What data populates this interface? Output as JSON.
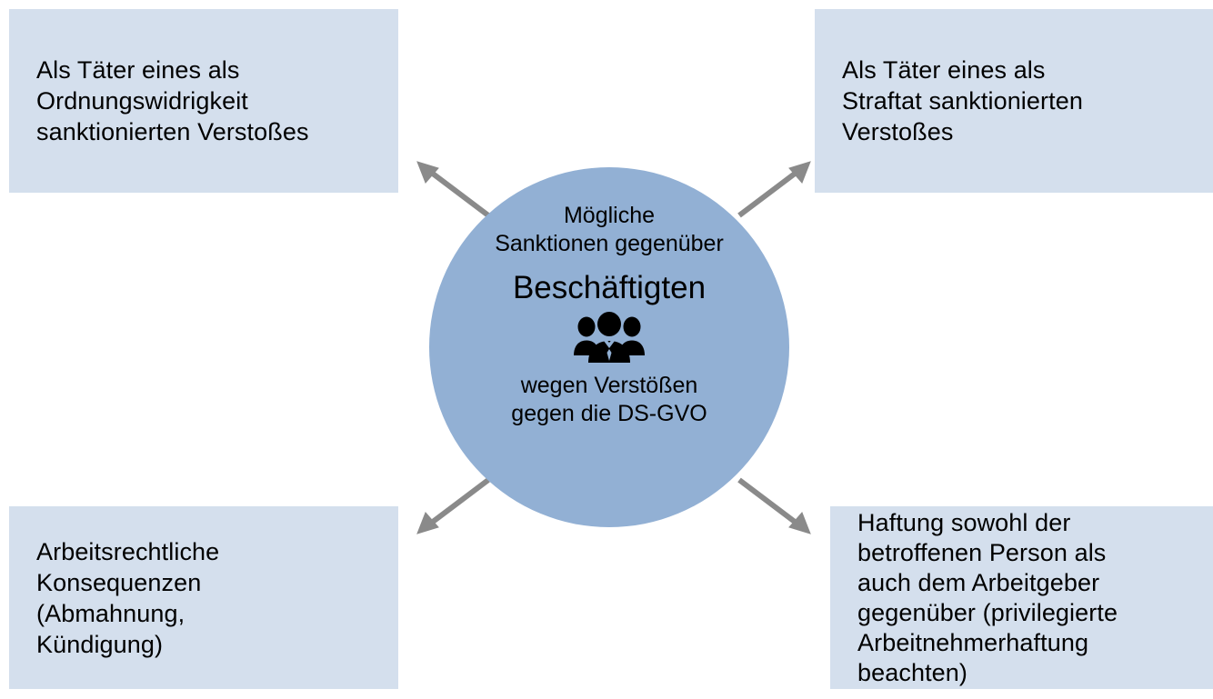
{
  "colors": {
    "box_fill": "#d4dfed",
    "circle_fill": "#92b0d4",
    "arrow": "#8a8a8a",
    "text": "#000000",
    "background": "#ffffff"
  },
  "center": {
    "heading_small_top": "Mögliche\nSanktionen gegenüber",
    "heading_large": "Beschäftigten",
    "icon": "users-group-icon",
    "heading_small_bottom": "wegen Verstößen\ngegen die DS-GVO"
  },
  "boxes": [
    {
      "position": "top-left",
      "text": "Als Täter eines als\nOrdnungswidrigkeit\nsanktionierten Verstoßes"
    },
    {
      "position": "top-right",
      "text": "Als Täter eines als\nStraftat sanktionierten\nVerstoßes"
    },
    {
      "position": "bottom-left",
      "text": "Arbeitsrechtliche\nKonsequenzen\n(Abmahnung,\nKündigung)"
    },
    {
      "position": "bottom-right",
      "text": "Haftung sowohl der\nbetroffenen Person als\nauch dem Arbeitgeber\ngegenüber (privilegierte\nArbeitnehmerhaftung\nbeachten)"
    }
  ],
  "arrows": [
    {
      "name": "arrow-to-top-left",
      "direction": "up-left"
    },
    {
      "name": "arrow-to-top-right",
      "direction": "up-right"
    },
    {
      "name": "arrow-to-bottom-left",
      "direction": "down-left"
    },
    {
      "name": "arrow-to-bottom-right",
      "direction": "down-right"
    }
  ]
}
